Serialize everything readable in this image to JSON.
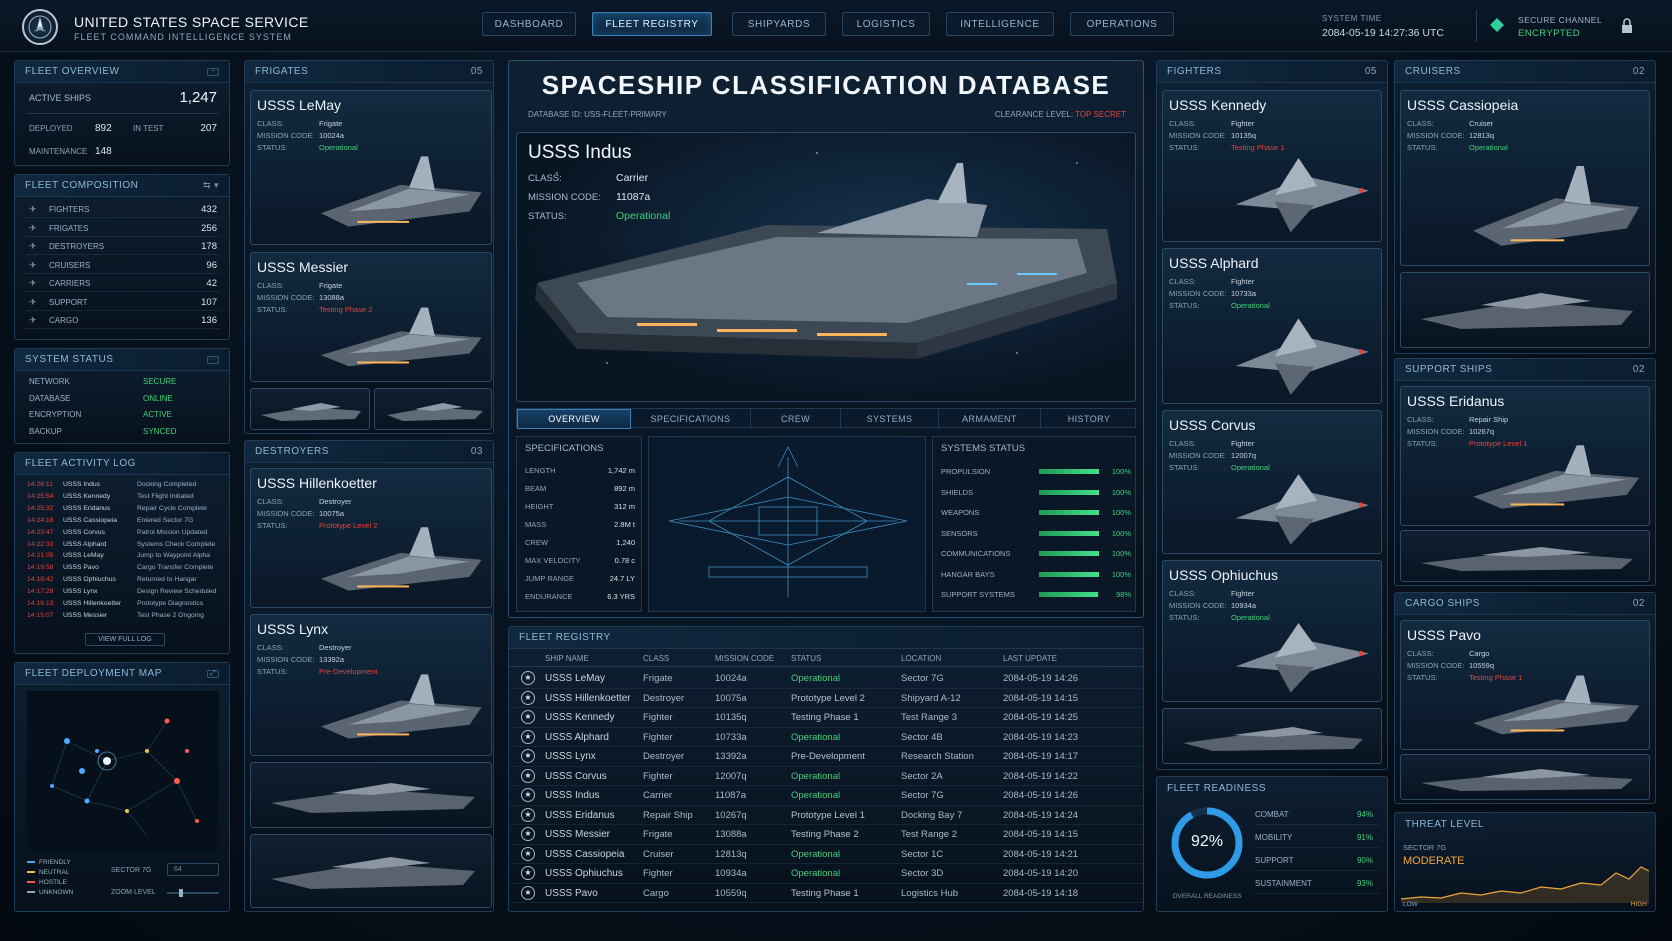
{
  "app": {
    "title": "UNITED STATES SPACE SERVICE",
    "subtitle": "FLEET COMMAND INTELLIGENCE SYSTEM"
  },
  "nav": [
    "DASHBOARD",
    "FLEET REGISTRY",
    "SHIPYARDS",
    "LOGISTICS",
    "INTELLIGENCE",
    "OPERATIONS"
  ],
  "system_time": {
    "label": "SYSTEM TIME",
    "value": "2084-05-19 14:27:36 UTC"
  },
  "secure": {
    "label": "SECURE CHANNEL",
    "value": "ENCRYPTED"
  },
  "fleet_overview": {
    "title": "FLEET OVERVIEW",
    "active_label": "ACTIVE SHIPS",
    "active": "1,247",
    "deployed_label": "DEPLOYED",
    "deployed": "892",
    "intest_label": "IN TEST",
    "intest": "207",
    "maint_label": "MAINTENANCE",
    "maint": "148"
  },
  "composition": {
    "title": "FLEET COMPOSITION",
    "items": [
      {
        "label": "FIGHTERS",
        "value": "432"
      },
      {
        "label": "FRIGATES",
        "value": "256"
      },
      {
        "label": "DESTROYERS",
        "value": "178"
      },
      {
        "label": "CRUISERS",
        "value": "96"
      },
      {
        "label": "CARRIERS",
        "value": "42"
      },
      {
        "label": "SUPPORT",
        "value": "107"
      },
      {
        "label": "CARGO",
        "value": "136"
      }
    ]
  },
  "system_status": {
    "title": "SYSTEM STATUS",
    "items": [
      {
        "label": "NETWORK",
        "value": "SECURE"
      },
      {
        "label": "DATABASE",
        "value": "ONLINE"
      },
      {
        "label": "ENCRYPTION",
        "value": "ACTIVE"
      },
      {
        "label": "BACKUP",
        "value": "SYNCED"
      }
    ]
  },
  "activity": {
    "title": "FLEET ACTIVITY LOG",
    "button": "VIEW FULL LOG",
    "items": [
      {
        "t": "14:26:11",
        "s": "USSS Indus",
        "e": "Docking Completed"
      },
      {
        "t": "14:25:54",
        "s": "USSS Kennedy",
        "e": "Test Flight Initiated"
      },
      {
        "t": "14:25:32",
        "s": "USSS Eridanus",
        "e": "Repair Cycle Complete"
      },
      {
        "t": "14:24:18",
        "s": "USSS Cassiopeia",
        "e": "Entered Sector 7G"
      },
      {
        "t": "14:23:47",
        "s": "USSS Corvus",
        "e": "Patrol Mission Updated"
      },
      {
        "t": "14:22:33",
        "s": "USSS Alphard",
        "e": "Systems Check Complete"
      },
      {
        "t": "14:21:05",
        "s": "USSS LeMay",
        "e": "Jump to Waypoint Alpha"
      },
      {
        "t": "14:19:58",
        "s": "USSS Pavo",
        "e": "Cargo Transfer Complete"
      },
      {
        "t": "14:18:42",
        "s": "USSS Ophiuchus",
        "e": "Returned to Hangar"
      },
      {
        "t": "14:17:29",
        "s": "USSS Lynx",
        "e": "Design Review Scheduled"
      },
      {
        "t": "14:16:13",
        "s": "USSS Hillenkoetter",
        "e": "Prototype Diagnostics"
      },
      {
        "t": "14:15:07",
        "s": "USSS Messier",
        "e": "Test Phase 2 Ongoing"
      }
    ]
  },
  "map": {
    "title": "FLEET DEPLOYMENT MAP",
    "legend": [
      "FRIENDLY",
      "NEUTRAL",
      "HOSTILE",
      "UNKNOWN"
    ],
    "sector_label": "SECTOR 7G",
    "sector_value": "64",
    "zoom_label": "ZOOM LEVEL"
  },
  "labels": {
    "class": "CLASS:",
    "mission": "MISSION CODE:",
    "status": "STATUS:"
  },
  "frigates": {
    "title": "FRIGATES",
    "count": "05",
    "ships": [
      {
        "name": "USSS LeMay",
        "class": "Frigate",
        "code": "10024a",
        "status": "Operational"
      },
      {
        "name": "USSS Messier",
        "class": "Frigate",
        "code": "13088a",
        "status": "Testing Phase 2"
      }
    ]
  },
  "destroyers": {
    "title": "DESTROYERS",
    "count": "03",
    "ships": [
      {
        "name": "USSS Hillenkoetter",
        "class": "Destroyer",
        "code": "10075a",
        "status": "Prototype Level 2"
      },
      {
        "name": "USSS Lynx",
        "class": "Destroyer",
        "code": "13392a",
        "status": "Pre-Development"
      }
    ]
  },
  "main": {
    "title": "SPACESHIP CLASSIFICATION DATABASE",
    "db_label": "DATABASE ID:",
    "db_id": "USS-FLEET-PRIMARY",
    "clear_label": "CLEARANCE LEVEL:",
    "clear_value": "TOP SECRET",
    "ship": {
      "name": "USSS Indus",
      "class_label": "CLASS:",
      "class": "Carrier",
      "code_label": "MISSION CODE:",
      "code": "11087a",
      "status_label": "STATUS:",
      "status": "Operational"
    },
    "tabs": [
      "OVERVIEW",
      "SPECIFICATIONS",
      "CREW",
      "SYSTEMS",
      "ARMAMENT",
      "HISTORY"
    ]
  },
  "specs": {
    "title": "SPECIFICATIONS",
    "items": [
      {
        "label": "LENGTH",
        "value": "1,742 m"
      },
      {
        "label": "BEAM",
        "value": "892 m"
      },
      {
        "label": "HEIGHT",
        "value": "312 m"
      },
      {
        "label": "MASS",
        "value": "2.8M t"
      },
      {
        "label": "CREW",
        "value": "1,240"
      },
      {
        "label": "MAX VELOCITY",
        "value": "0.78 c"
      },
      {
        "label": "JUMP RANGE",
        "value": "24.7 LY"
      },
      {
        "label": "ENDURANCE",
        "value": "6.3 YRS"
      }
    ]
  },
  "systems": {
    "title": "SYSTEMS STATUS",
    "items": [
      {
        "label": "PROPULSION",
        "value": "100%",
        "level": 1.0
      },
      {
        "label": "SHIELDS",
        "value": "100%",
        "level": 1.0
      },
      {
        "label": "WEAPONS",
        "value": "100%",
        "level": 1.0
      },
      {
        "label": "SENSORS",
        "value": "100%",
        "level": 1.0
      },
      {
        "label": "COMMUNICATIONS",
        "value": "100%",
        "level": 1.0
      },
      {
        "label": "HANGAR BAYS",
        "value": "100%",
        "level": 1.0
      },
      {
        "label": "SUPPORT SYSTEMS",
        "value": "98%",
        "level": 0.98
      }
    ]
  },
  "registry": {
    "title": "FLEET REGISTRY",
    "headers": [
      "SHIP NAME",
      "CLASS",
      "MISSION CODE",
      "STATUS",
      "LOCATION",
      "LAST UPDATE"
    ],
    "rows": [
      [
        "USSS LeMay",
        "Frigate",
        "10024a",
        "Operational",
        "Sector 7G",
        "2084-05-19 14:26"
      ],
      [
        "USSS Hillenkoetter",
        "Destroyer",
        "10075a",
        "Prototype Level 2",
        "Shipyard A-12",
        "2084-05-19 14:15"
      ],
      [
        "USSS Kennedy",
        "Fighter",
        "10135q",
        "Testing Phase 1",
        "Test Range 3",
        "2084-05-19 14:25"
      ],
      [
        "USSS Alphard",
        "Fighter",
        "10733a",
        "Operational",
        "Sector 4B",
        "2084-05-19 14:23"
      ],
      [
        "USSS Lynx",
        "Destroyer",
        "13392a",
        "Pre-Development",
        "Research Station",
        "2084-05-19 14:17"
      ],
      [
        "USSS Corvus",
        "Fighter",
        "12007q",
        "Operational",
        "Sector 2A",
        "2084-05-19 14:22"
      ],
      [
        "USSS Indus",
        "Carrier",
        "11087a",
        "Operational",
        "Sector 7G",
        "2084-05-19 14:26"
      ],
      [
        "USSS Eridanus",
        "Repair Ship",
        "10267q",
        "Prototype Level 1",
        "Docking Bay 7",
        "2084-05-19 14:24"
      ],
      [
        "USSS Messier",
        "Frigate",
        "13088a",
        "Testing Phase 2",
        "Test Range 2",
        "2084-05-19 14:15"
      ],
      [
        "USSS Cassiopeia",
        "Cruiser",
        "12813q",
        "Operational",
        "Sector 1C",
        "2084-05-19 14:21"
      ],
      [
        "USSS Ophiuchus",
        "Fighter",
        "10934a",
        "Operational",
        "Sector 3D",
        "2084-05-19 14:20"
      ],
      [
        "USSS Pavo",
        "Cargo",
        "10559q",
        "Testing Phase 1",
        "Logistics Hub",
        "2084-05-19 14:18"
      ]
    ]
  },
  "fighters": {
    "title": "FIGHTERS",
    "count": "05",
    "ships": [
      {
        "name": "USSS Kennedy",
        "class": "Fighter",
        "code": "10135q",
        "status": "Testing Phase 1"
      },
      {
        "name": "USSS Alphard",
        "class": "Fighter",
        "code": "10733a",
        "status": "Operational"
      },
      {
        "name": "USSS Corvus",
        "class": "Fighter",
        "code": "12007q",
        "status": "Operational"
      },
      {
        "name": "USSS Ophiuchus",
        "class": "Fighter",
        "code": "10934a",
        "status": "Operational"
      }
    ]
  },
  "readiness": {
    "title": "FLEET READINESS",
    "value": "92%",
    "level": 0.92,
    "caption": "OVERALL READINESS",
    "items": [
      {
        "label": "COMBAT",
        "value": "94%"
      },
      {
        "label": "MOBILITY",
        "value": "91%"
      },
      {
        "label": "SUPPORT",
        "value": "90%"
      },
      {
        "label": "SUSTAINMENT",
        "value": "93%"
      }
    ]
  },
  "cruisers": {
    "title": "CRUISERS",
    "count": "02",
    "ships": [
      {
        "name": "USSS Cassiopeia",
        "class": "Cruiser",
        "code": "12813q",
        "status": "Operational"
      }
    ]
  },
  "support": {
    "title": "SUPPORT SHIPS",
    "count": "02",
    "ships": [
      {
        "name": "USSS Eridanus",
        "class": "Repair Ship",
        "code": "10267q",
        "status": "Prototype Level 1"
      }
    ]
  },
  "cargo": {
    "title": "CARGO SHIPS",
    "count": "02",
    "ships": [
      {
        "name": "USSS Pavo",
        "class": "Cargo",
        "code": "10559q",
        "status": "Testing Phase 1"
      }
    ]
  },
  "threat": {
    "title": "THREAT LEVEL",
    "sector": "SECTOR 7G",
    "value": "MODERATE",
    "low": "LOW",
    "high": "HIGH"
  },
  "colors": {
    "operational": "#3fd27a",
    "testing": "#e8433a",
    "accent": "#3c84b8"
  }
}
